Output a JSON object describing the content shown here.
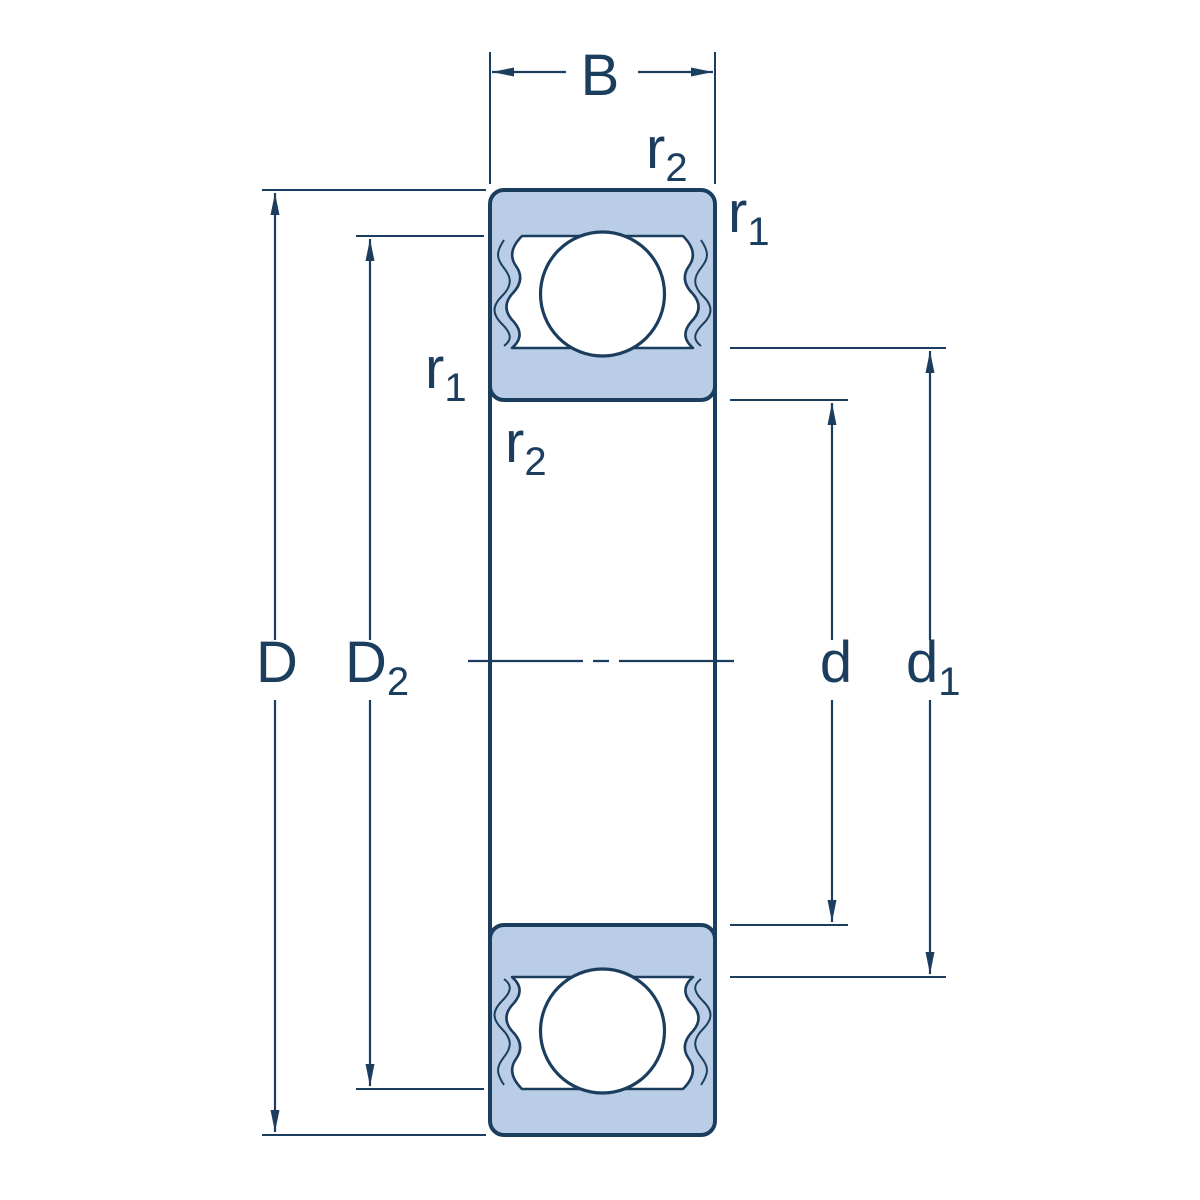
{
  "diagram": {
    "type": "bearing-cross-section",
    "labels": {
      "width": {
        "base": "B",
        "sub": ""
      },
      "r2_outer": {
        "base": "r",
        "sub": "2"
      },
      "r1_outer": {
        "base": "r",
        "sub": "1"
      },
      "r1_inner": {
        "base": "r",
        "sub": "1"
      },
      "r2_inner": {
        "base": "r",
        "sub": "2"
      },
      "outer_diameter": {
        "base": "D",
        "sub": ""
      },
      "recess_diameter": {
        "base": "D",
        "sub": "2"
      },
      "bore_diameter": {
        "base": "d",
        "sub": ""
      },
      "shoulder_diameter": {
        "base": "d",
        "sub": "1"
      }
    },
    "colors": {
      "ring_fill": "#b9cee6",
      "line": "#1c3e5e",
      "background": "#ffffff"
    }
  }
}
